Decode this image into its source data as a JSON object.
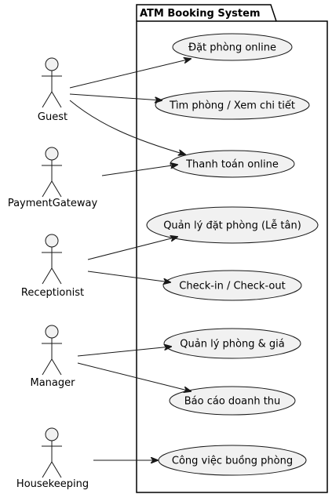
{
  "package": {
    "title": "ATM Booking System"
  },
  "actors": {
    "guest": "Guest",
    "payment_gateway": "PaymentGateway",
    "receptionist": "Receptionist",
    "manager": "Manager",
    "housekeeping": "Housekeeping"
  },
  "use_cases": {
    "book_online": "Đặt phòng online",
    "search_rooms": "Tìm phòng / Xem chi tiết",
    "pay_online": "Thanh toán online",
    "manage_bookings": "Quản lý đặt phòng (Lễ tân)",
    "check_in_out": "Check-in / Check-out",
    "manage_rooms_prices": "Quản lý phòng & giá",
    "revenue_report": "Báo cáo doanh thu",
    "housekeeping_tasks": "Công việc buồng phòng"
  },
  "associations": [
    {
      "from": "guest",
      "to": "book_online"
    },
    {
      "from": "guest",
      "to": "search_rooms"
    },
    {
      "from": "guest",
      "to": "pay_online"
    },
    {
      "from": "payment_gateway",
      "to": "pay_online"
    },
    {
      "from": "receptionist",
      "to": "manage_bookings"
    },
    {
      "from": "receptionist",
      "to": "check_in_out"
    },
    {
      "from": "manager",
      "to": "manage_rooms_prices"
    },
    {
      "from": "manager",
      "to": "revenue_report"
    },
    {
      "from": "housekeeping",
      "to": "housekeeping_tasks"
    }
  ],
  "colors": {
    "fill": "#f1f1f1",
    "stroke": "#181818"
  }
}
